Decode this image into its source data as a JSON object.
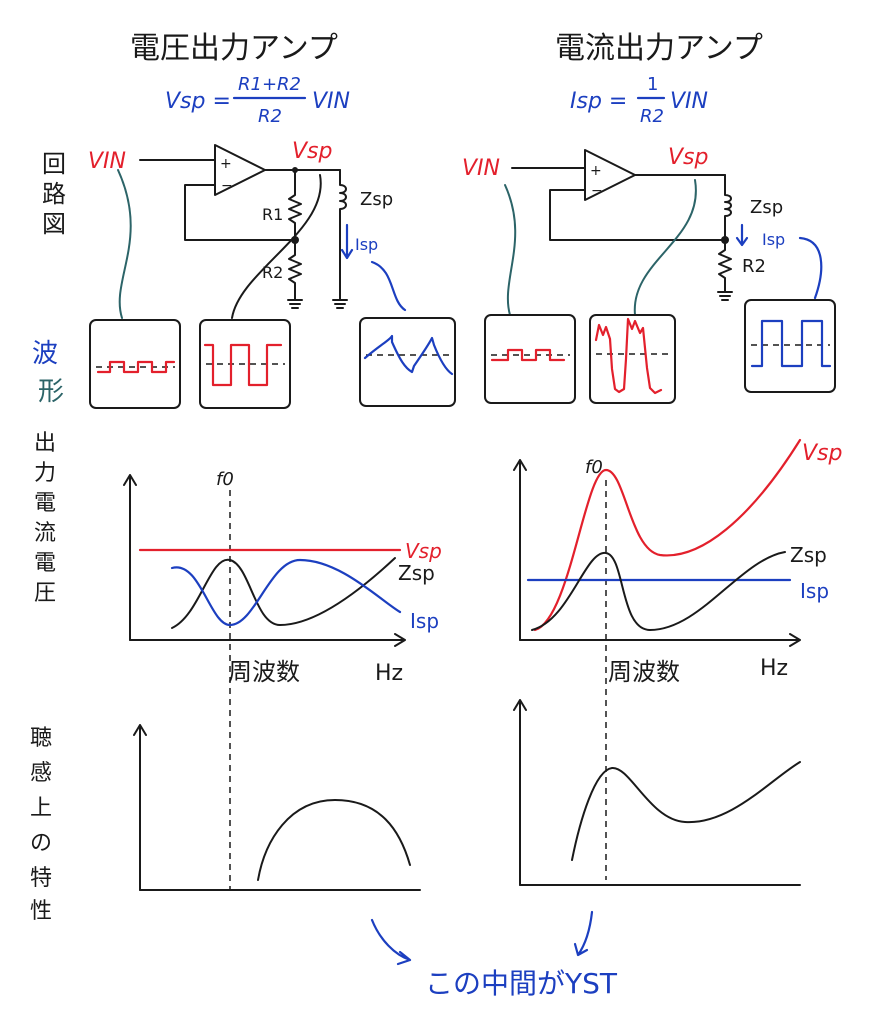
{
  "left": {
    "title": "電圧出力アンプ",
    "formula_lhs": "Vsp =",
    "formula_num": "R1+R2",
    "formula_den": "R2",
    "formula_rhs": "VIN",
    "labels": {
      "vin": "VIN",
      "vsp": "Vsp",
      "zsp": "Zsp",
      "isp": "Isp",
      "r1": "R1",
      "r2": "R2"
    },
    "graph": {
      "f0": "f0",
      "xlabel": "周波数",
      "unit": "Hz",
      "vsp": "Vsp",
      "zsp": "Zsp",
      "isp": "Isp"
    }
  },
  "right": {
    "title": "電流出力アンプ",
    "formula_lhs": "Isp =",
    "formula_num": "1",
    "formula_den": "R2",
    "formula_rhs": "VIN",
    "labels": {
      "vin": "VIN",
      "vsp": "Vsp",
      "zsp": "Zsp",
      "isp": "Isp",
      "r2": "R2"
    },
    "graph": {
      "f0": "f0",
      "xlabel": "周波数",
      "unit": "Hz",
      "vsp": "Vsp",
      "zsp": "Zsp",
      "isp": "Isp"
    }
  },
  "row_labels": {
    "circuit": [
      "回",
      "路",
      "図"
    ],
    "waveform": [
      "波",
      "形"
    ],
    "output": [
      "出",
      "力",
      "電",
      "流",
      "電",
      "圧"
    ],
    "hearing": [
      "聴",
      "感",
      "上",
      "の",
      "特",
      "性"
    ]
  },
  "conclusion": "この中間がYST",
  "colors": {
    "voltage": "#e3202c",
    "current": "#1c3fc0",
    "ink": "#1a1a1a"
  }
}
